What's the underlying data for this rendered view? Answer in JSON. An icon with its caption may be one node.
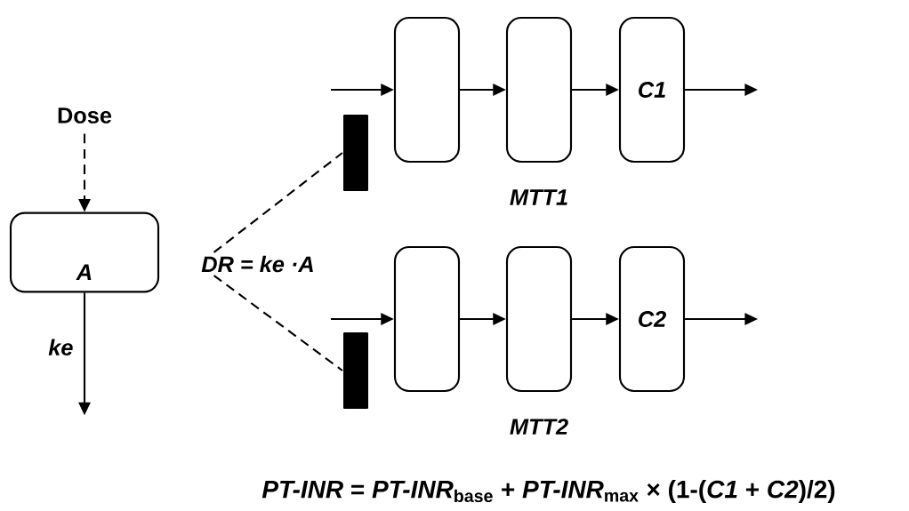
{
  "diagram": {
    "nodes": [
      {
        "text": [
          "Dose"
        ]
      },
      {
        "text": [
          "A"
        ]
      },
      {
        "text": [],
        "shape": "bar"
      },
      {
        "text": [],
        "shape": "bar"
      },
      {
        "text": [],
        "shape": "box"
      },
      {
        "text": [],
        "shape": "box"
      },
      {
        "text": [
          "C1"
        ]
      },
      {
        "text": [],
        "shape": "box"
      },
      {
        "text": [],
        "shape": "box"
      },
      {
        "text": [
          "C2"
        ]
      },
      {
        "text": [
          "DR = ke ·A"
        ]
      }
    ],
    "edges": [
      {
        "from": 0,
        "to": 1,
        "arrow": "to",
        "style": "dashed"
      },
      {
        "from": 1,
        "to": null,
        "arrow": "to",
        "label": "ke"
      },
      {
        "from": 10,
        "to": 2,
        "arrow": "none",
        "style": "dashed"
      },
      {
        "from": 10,
        "to": 3,
        "arrow": "none",
        "style": "dashed"
      },
      {
        "from": null,
        "to": 4,
        "arrow": "to"
      },
      {
        "from": 4,
        "to": 5,
        "arrow": "to"
      },
      {
        "from": 5,
        "to": 6,
        "arrow": "to"
      },
      {
        "from": 6,
        "to": null,
        "arrow": "to"
      },
      {
        "from": null,
        "to": 7,
        "arrow": "to"
      },
      {
        "from": 7,
        "to": 8,
        "arrow": "to"
      },
      {
        "from": 8,
        "to": 9,
        "arrow": "to"
      },
      {
        "from": 9,
        "to": null,
        "arrow": "to"
      }
    ],
    "labels": [
      "MTT1",
      "MTT2",
      "*PT-INR* = *PT-INR*$_{base}$ + *PT-INR*$_{max}$ × (1-(*C1* + *C2*)/2)"
    ]
  }
}
